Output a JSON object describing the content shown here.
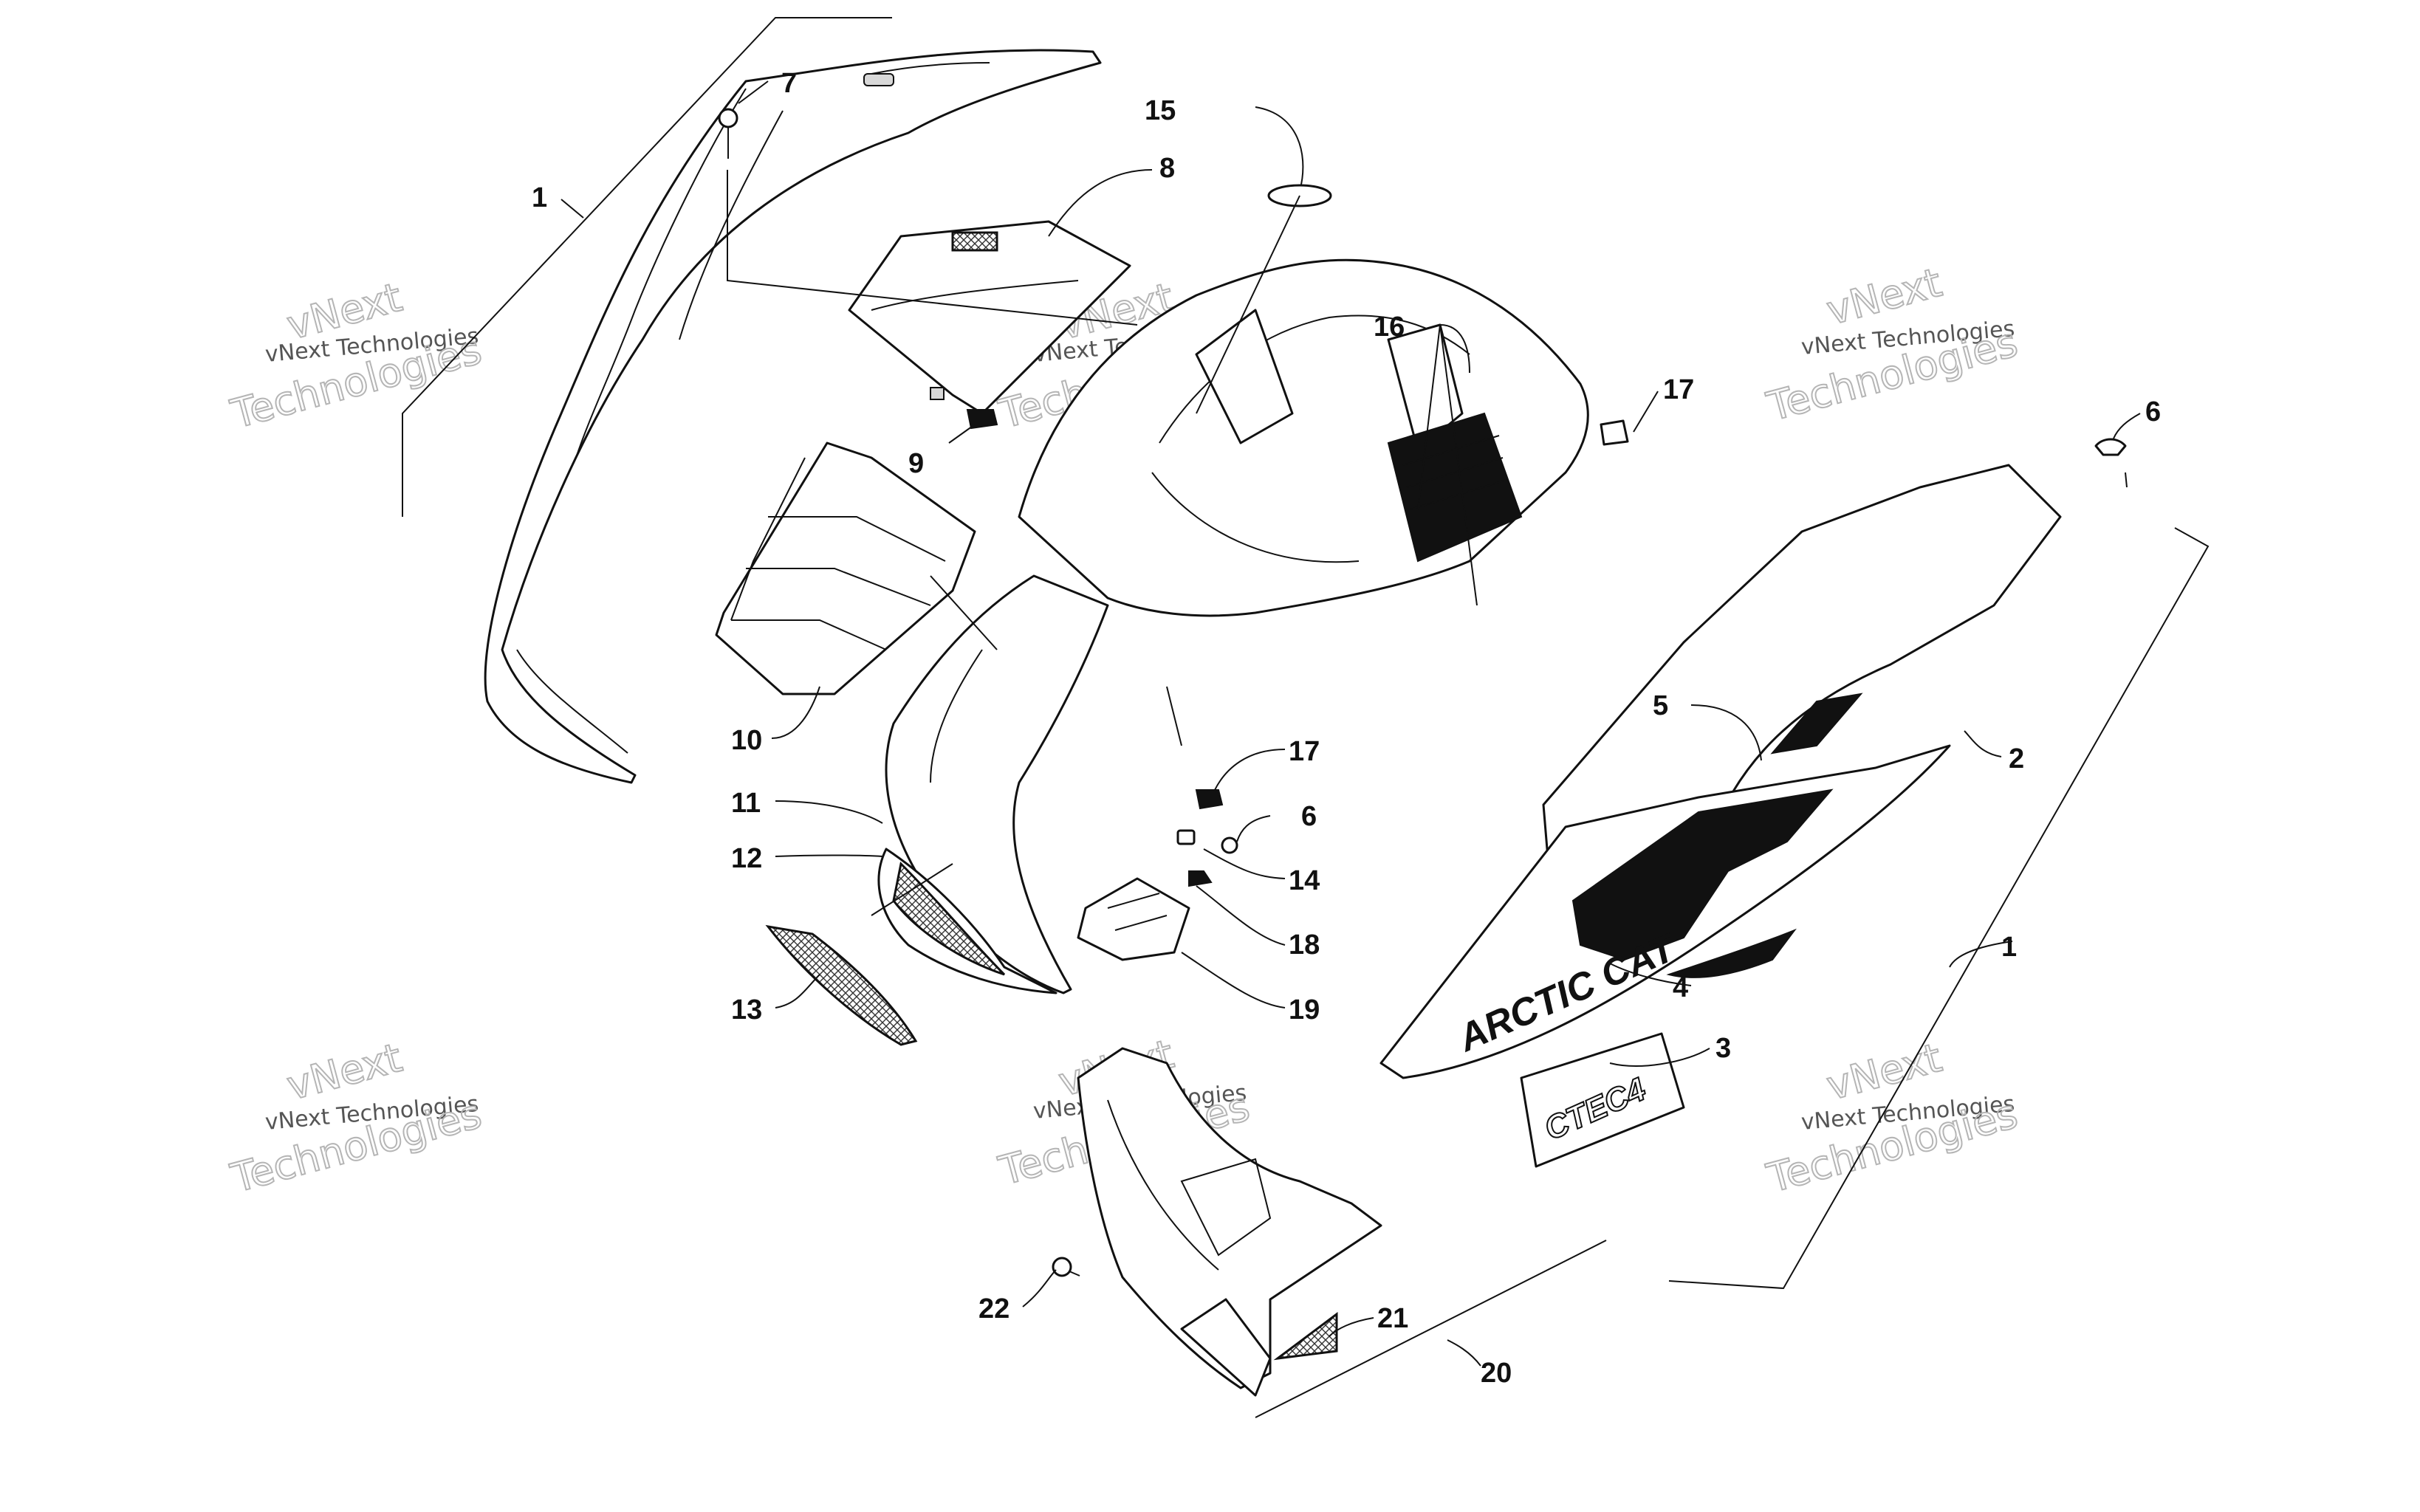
{
  "callouts": [
    {
      "id": "c1a",
      "label": "1"
    },
    {
      "id": "c7",
      "label": "7"
    },
    {
      "id": "c15",
      "label": "15"
    },
    {
      "id": "c8",
      "label": "8"
    },
    {
      "id": "c16",
      "label": "16"
    },
    {
      "id": "c17a",
      "label": "17"
    },
    {
      "id": "c6a",
      "label": "6"
    },
    {
      "id": "c9",
      "label": "9"
    },
    {
      "id": "c5",
      "label": "5"
    },
    {
      "id": "c2",
      "label": "2"
    },
    {
      "id": "c10",
      "label": "10"
    },
    {
      "id": "c17b",
      "label": "17"
    },
    {
      "id": "c11",
      "label": "11"
    },
    {
      "id": "c6b",
      "label": "6"
    },
    {
      "id": "c12",
      "label": "12"
    },
    {
      "id": "c14",
      "label": "14"
    },
    {
      "id": "c18",
      "label": "18"
    },
    {
      "id": "c1b",
      "label": "1"
    },
    {
      "id": "c4",
      "label": "4"
    },
    {
      "id": "c13",
      "label": "13"
    },
    {
      "id": "c19",
      "label": "19"
    },
    {
      "id": "c3",
      "label": "3"
    },
    {
      "id": "c22",
      "label": "22"
    },
    {
      "id": "c21",
      "label": "21"
    },
    {
      "id": "c20",
      "label": "20"
    }
  ],
  "decals": {
    "brand": "ARCTIC CAT",
    "model": "CTEC4"
  },
  "watermark": {
    "line1": "vNext Technologies",
    "line2": "vNext",
    "line3": "Technologies"
  }
}
